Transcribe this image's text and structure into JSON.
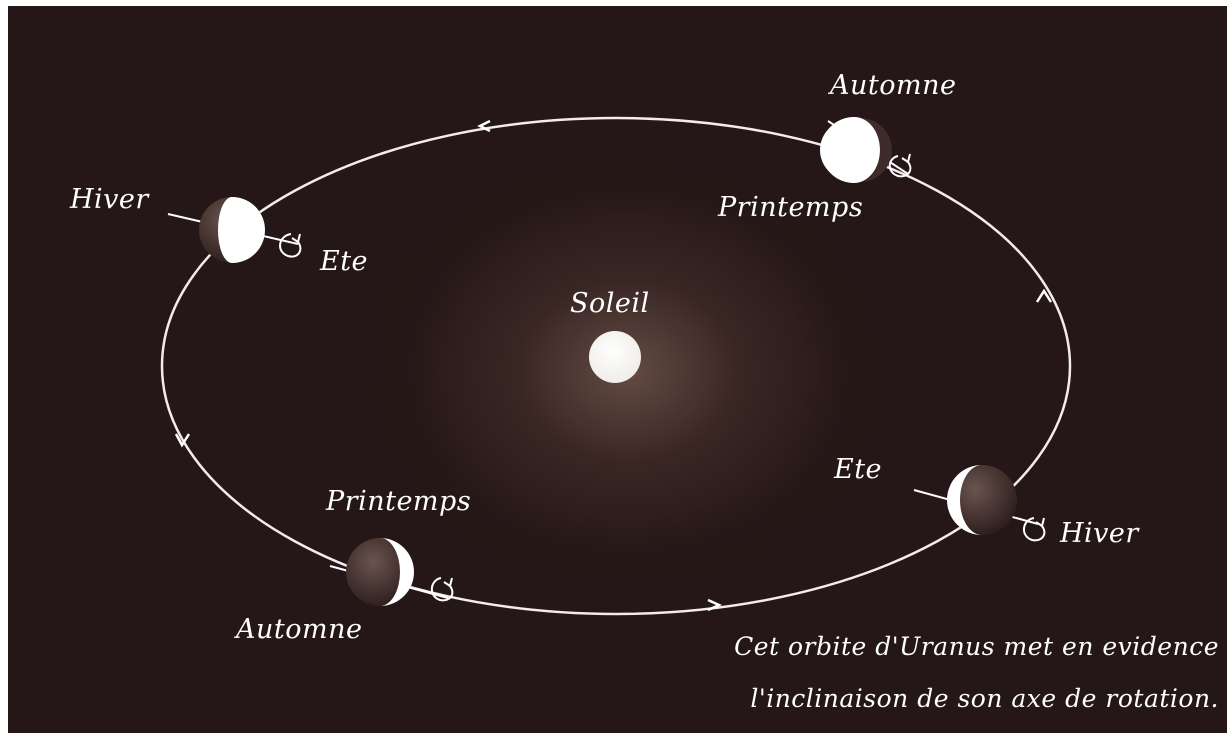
{
  "diagram": {
    "sun_label": "Soleil",
    "planet_tl": {
      "left_label": "Hiver",
      "right_label": "Ete"
    },
    "planet_tr": {
      "top_label": "Automne",
      "bottom_label": "Printemps"
    },
    "planet_bl": {
      "top_label": "Printemps",
      "bottom_label": "Automne"
    },
    "planet_br": {
      "left_label": "Ete",
      "right_label": "Hiver"
    },
    "caption_line1": "Cet orbite d'Uranus met en evidence",
    "caption_line2": "l'inclinaison de son axe de rotation."
  },
  "colors": {
    "background": "#251717",
    "orbit": "#ffffff",
    "planet_lit": "#ffffff",
    "planet_dark": "#3a2a28"
  }
}
